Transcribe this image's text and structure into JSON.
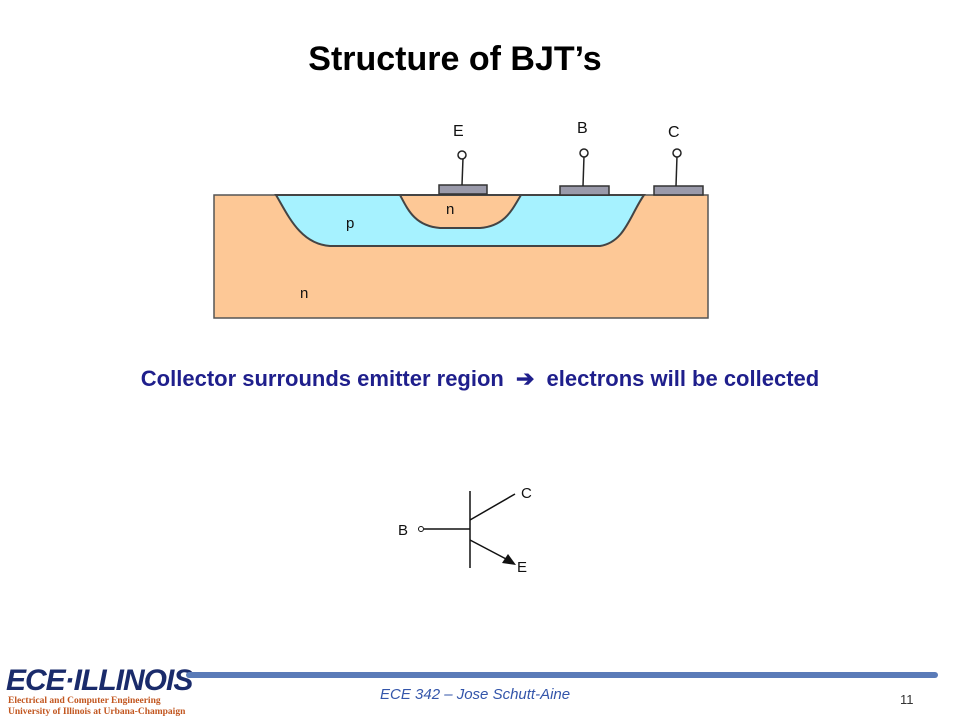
{
  "slide": {
    "title": "Structure of BJT’s",
    "caption_left": "Collector surrounds emitter region",
    "caption_arrow": "➔",
    "caption_right": "electrons will be collected"
  },
  "cross_section": {
    "terminals": [
      "E",
      "B",
      "C"
    ],
    "regions": {
      "emitter": "n",
      "base": "p",
      "collector": "n"
    },
    "colors": {
      "n_region": "#fdc896",
      "p_region": "#a6f2ff",
      "contact": "#9a9aaa",
      "outline": "#555555"
    }
  },
  "symbol": {
    "base_label": "B",
    "collector_label": "C",
    "emitter_label": "E"
  },
  "footer": {
    "logo_text": "ECE·ILLINOIS",
    "logo_line1": "Electrical and Computer Engineering",
    "logo_line2": "University of Illinois at Urbana-Champaign",
    "course": "ECE 342 – Jose Schutt-Aine",
    "page": "11"
  }
}
